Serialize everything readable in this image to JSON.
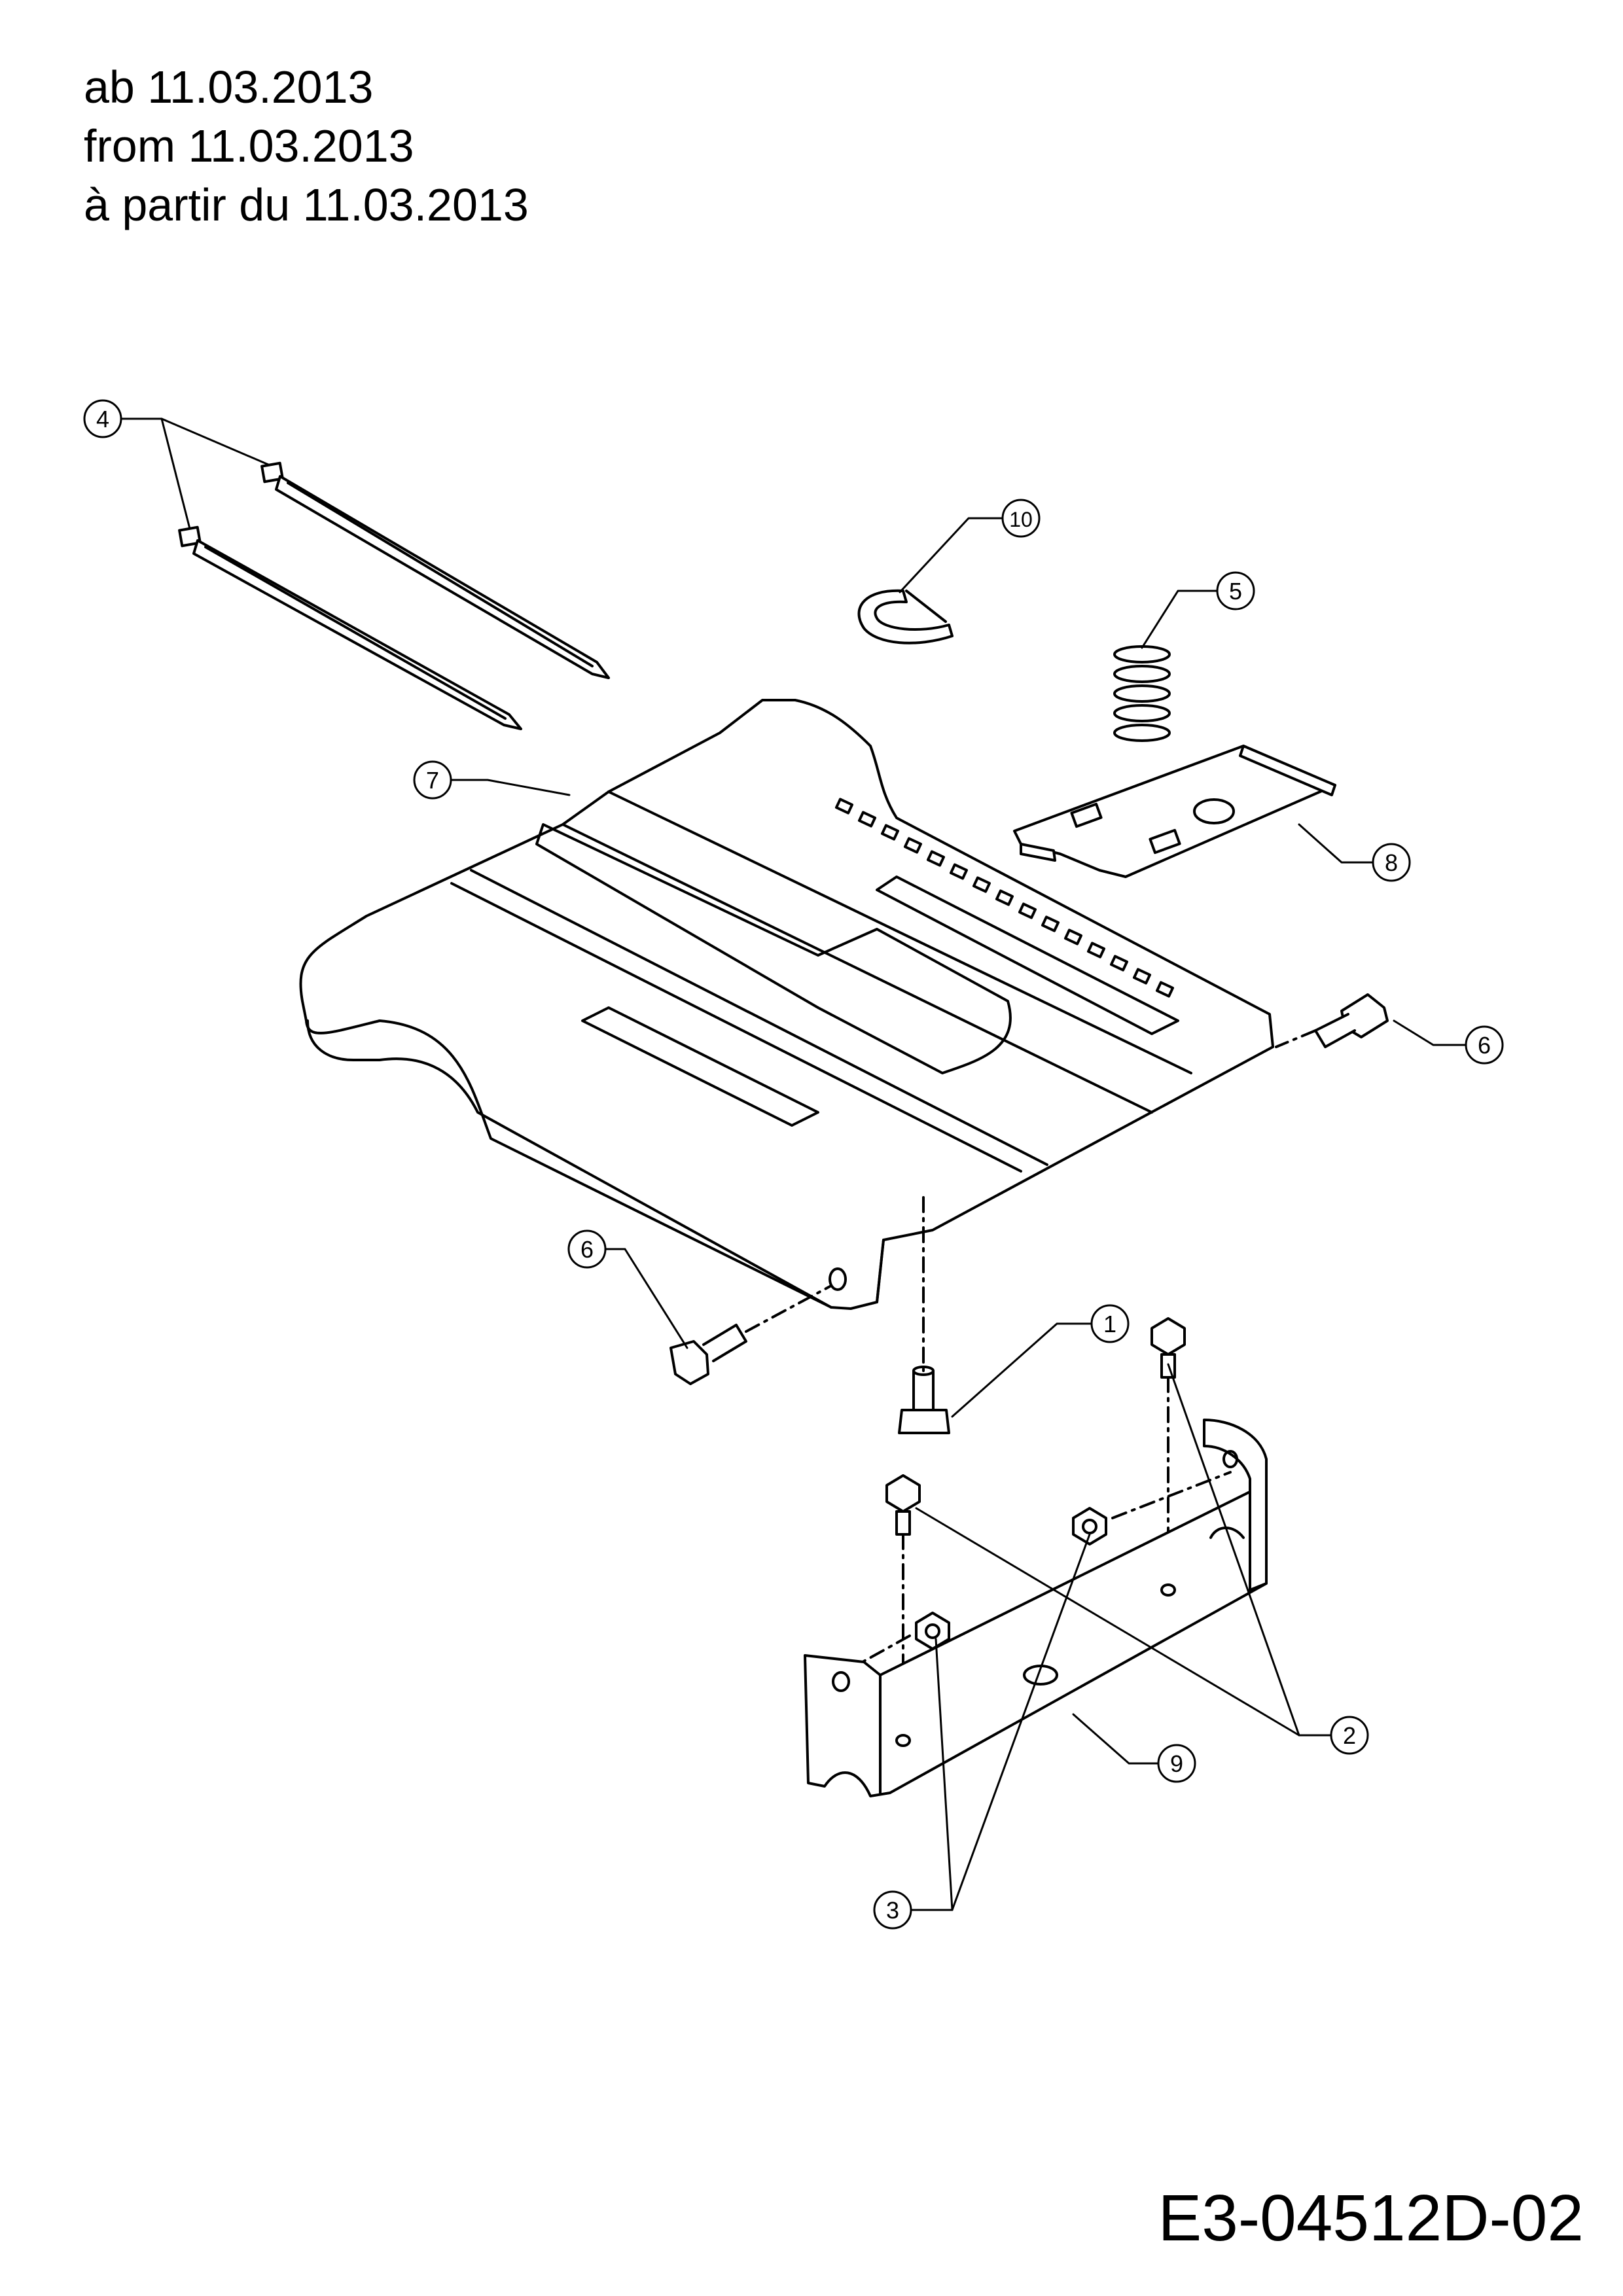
{
  "header": {
    "line_de": "ab 11.03.2013",
    "line_en": "from 11.03.2013",
    "line_fr": "à partir du 11.03.2013"
  },
  "document_number": "E3-04512D-02",
  "callouts": [
    {
      "id": "c1",
      "label": "1"
    },
    {
      "id": "c2",
      "label": "2"
    },
    {
      "id": "c3",
      "label": "3"
    },
    {
      "id": "c4",
      "label": "4"
    },
    {
      "id": "c5",
      "label": "5"
    },
    {
      "id": "c6a",
      "label": "6"
    },
    {
      "id": "c6b",
      "label": "6"
    },
    {
      "id": "c7",
      "label": "7"
    },
    {
      "id": "c8",
      "label": "8"
    },
    {
      "id": "c9",
      "label": "9"
    },
    {
      "id": "c10",
      "label": "10"
    }
  ]
}
